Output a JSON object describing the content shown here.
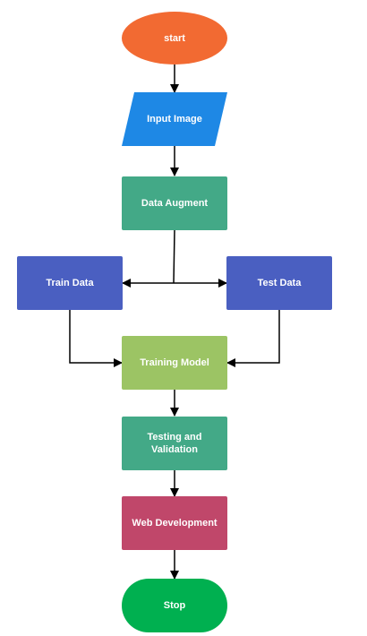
{
  "colors": {
    "start": "#F26A32",
    "input": "#1E88E5",
    "augment": "#43A987",
    "split": "#4A5FC1",
    "training": "#9CC464",
    "testing": "#43A987",
    "web": "#C0476A",
    "stop": "#00B050",
    "edge": "#000000"
  },
  "nodes": {
    "start": "start",
    "input": "Input Image",
    "augment": "Data Augment",
    "train": "Train Data",
    "test": "Test Data",
    "training": "Training Model",
    "testing": "Testing and\nValidation",
    "web": "Web Development",
    "stop": "Stop"
  }
}
